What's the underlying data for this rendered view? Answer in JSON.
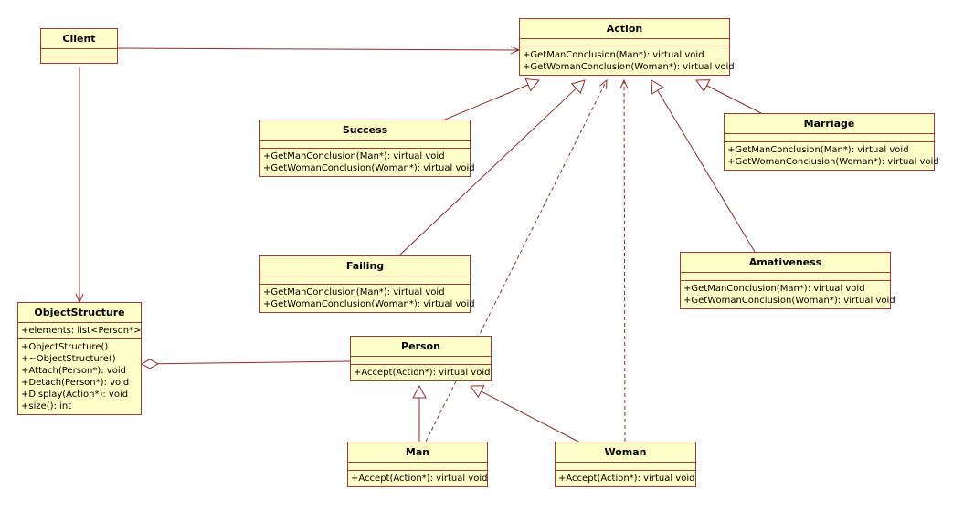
{
  "classes": {
    "client": {
      "name": "Client",
      "attrs": [],
      "ops": []
    },
    "action": {
      "name": "Action",
      "attrs": [],
      "ops": [
        "+GetManConclusion(Man*): virtual void",
        "+GetWomanConclusion(Woman*): virtual void"
      ]
    },
    "success": {
      "name": "Success",
      "attrs": [],
      "ops": [
        "+GetManConclusion(Man*): virtual void",
        "+GetWomanConclusion(Woman*): virtual void"
      ]
    },
    "marriage": {
      "name": "Marriage",
      "attrs": [],
      "ops": [
        "+GetManConclusion(Man*): virtual void",
        "+GetWomanConclusion(Woman*): virtual void"
      ]
    },
    "failing": {
      "name": "Failing",
      "attrs": [],
      "ops": [
        "+GetManConclusion(Man*): virtual void",
        "+GetWomanConclusion(Woman*): virtual void"
      ]
    },
    "amativeness": {
      "name": "Amativeness",
      "attrs": [],
      "ops": [
        "+GetManConclusion(Man*): virtual void",
        "+GetWomanConclusion(Woman*): virtual void"
      ]
    },
    "objectstructure": {
      "name": "ObjectStructure",
      "attrs": [
        "+elements: list<Person*>"
      ],
      "ops": [
        "+ObjectStructure()",
        "+~ObjectStructure()",
        "+Attach(Person*): void",
        "+Detach(Person*): void",
        "+Display(Action*): void",
        "+size(): int"
      ]
    },
    "person": {
      "name": "Person",
      "attrs": [],
      "ops": [
        "+Accept(Action*): virtual void"
      ]
    },
    "man": {
      "name": "Man",
      "attrs": [],
      "ops": [
        "+Accept(Action*): virtual void"
      ]
    },
    "woman": {
      "name": "Woman",
      "attrs": [],
      "ops": [
        "+Accept(Action*): virtual void"
      ]
    }
  },
  "colors": {
    "fill": "#ffffc8",
    "border": "#9a3a3a",
    "line": "#8b2e2e"
  }
}
